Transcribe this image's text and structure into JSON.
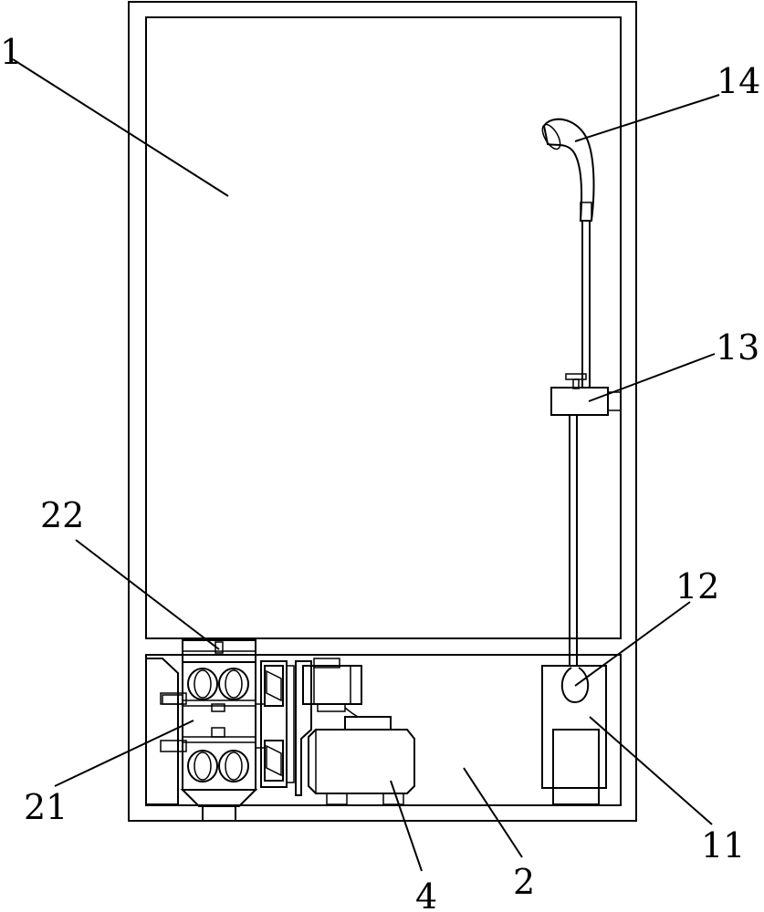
{
  "labels": {
    "l1": "1",
    "l14": "14",
    "l13": "13",
    "l22": "22",
    "l12": "12",
    "l21": "21",
    "l11": "11",
    "l4": "4",
    "l2": "2"
  }
}
